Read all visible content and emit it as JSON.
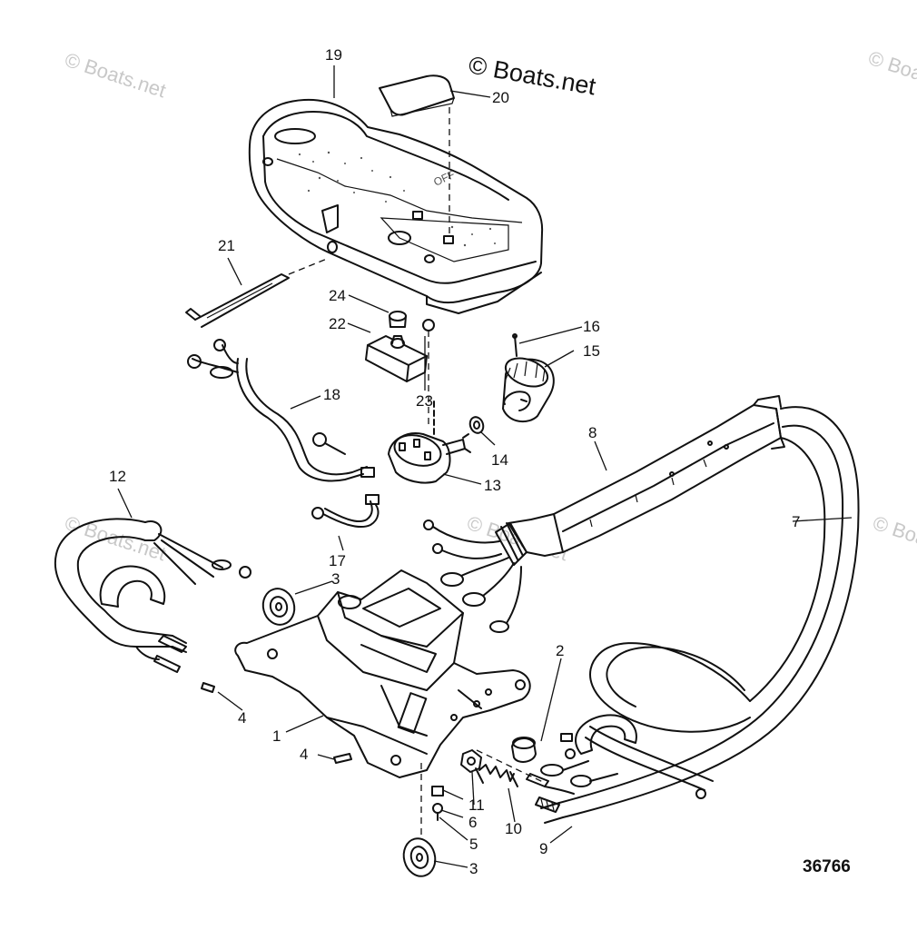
{
  "copyright": "© Boats.net",
  "watermark": "© Boats.net",
  "drawing_number": "36766",
  "callouts": {
    "p1": "1",
    "p2": "2",
    "p3a": "3",
    "p3b": "3",
    "p4a": "4",
    "p4b": "4",
    "p5": "5",
    "p6": "6",
    "p7": "7",
    "p8": "8",
    "p9": "9",
    "p10": "10",
    "p11": "11",
    "p12": "12",
    "p13": "13",
    "p14": "14",
    "p15": "15",
    "p16": "16",
    "p17": "17",
    "p18": "18",
    "p19": "19",
    "p20": "20",
    "p21": "21",
    "p22": "22",
    "p23": "23",
    "p24": "24"
  }
}
